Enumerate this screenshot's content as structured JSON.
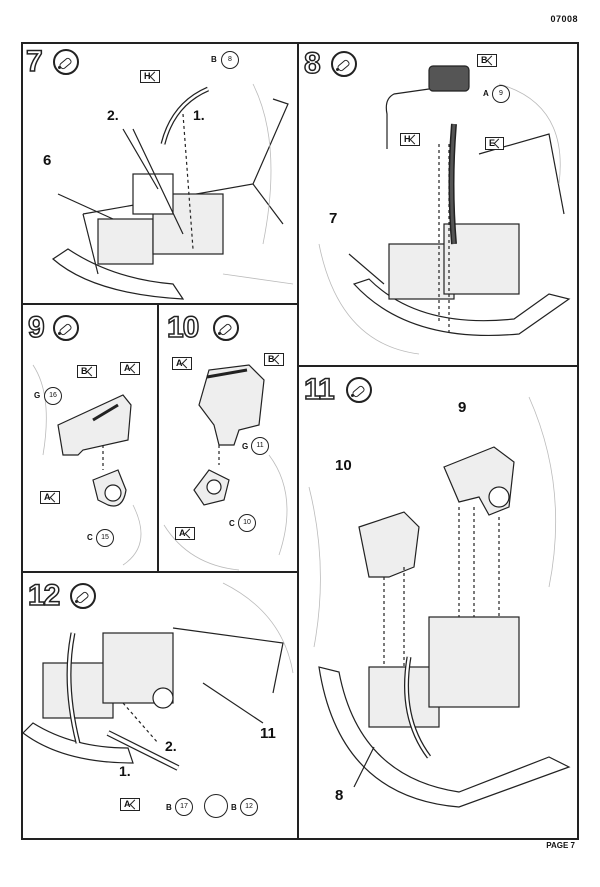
{
  "document": {
    "code": "07008",
    "page_label": "PAGE 7"
  },
  "steps": [
    {
      "id": "7",
      "number": "7",
      "labels": {
        "tag_h": "H",
        "ref_b": "B",
        "ref_b_num": "8",
        "callout_2": "2.",
        "callout_1": "1.",
        "part_6": "6"
      }
    },
    {
      "id": "8",
      "number": "8",
      "labels": {
        "tag_b": "B",
        "ref_a": "A",
        "ref_a_num": "9",
        "tag_h": "H",
        "tag_e": "E",
        "part_7": "7"
      }
    },
    {
      "id": "9",
      "number": "9",
      "labels": {
        "tag_b": "B",
        "tag_a_top": "A",
        "ref_g": "G",
        "ref_g_num": "16",
        "tag_a_bottom": "A",
        "ref_c": "C",
        "ref_c_num": "15"
      }
    },
    {
      "id": "10",
      "number": "10",
      "labels": {
        "tag_a_top": "A",
        "tag_b": "B",
        "ref_g": "G",
        "ref_g_num": "11",
        "ref_c": "C",
        "ref_c_num": "10",
        "tag_a_bottom": "A"
      }
    },
    {
      "id": "11",
      "number": "11",
      "labels": {
        "part_9": "9",
        "part_10": "10",
        "part_8": "8"
      }
    },
    {
      "id": "12",
      "number": "12",
      "labels": {
        "part_11": "11",
        "callout_2": "2.",
        "callout_1": "1.",
        "tag_a": "A",
        "ref_b": "B",
        "ref_b_num": "17",
        "ref_b2": "B",
        "ref_b2_num": "12"
      }
    }
  ]
}
